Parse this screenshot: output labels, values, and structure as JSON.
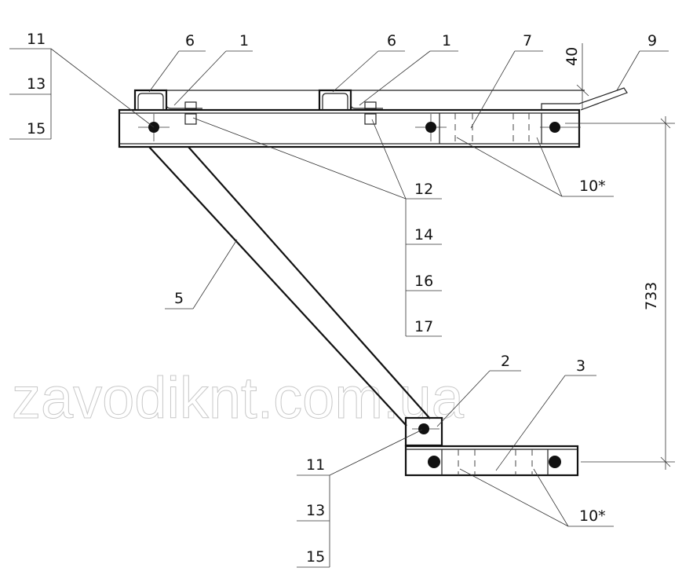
{
  "labels": {
    "tl_11": "11",
    "tl_13": "13",
    "tl_15": "15",
    "ch6_a": "6",
    "p1_a": "1",
    "ch6_b": "6",
    "p1_b": "1",
    "p7": "7",
    "p9": "9",
    "dim40": "40",
    "p12": "12",
    "p14": "14",
    "p16": "16",
    "p17": "17",
    "p10_top": "10*",
    "p5": "5",
    "dim733": "733",
    "p2": "2",
    "p3": "3",
    "bl_11": "11",
    "bl_13": "13",
    "bl_15": "15",
    "p10_bot": "10*"
  },
  "watermark": "zavodiknt.com.ua"
}
